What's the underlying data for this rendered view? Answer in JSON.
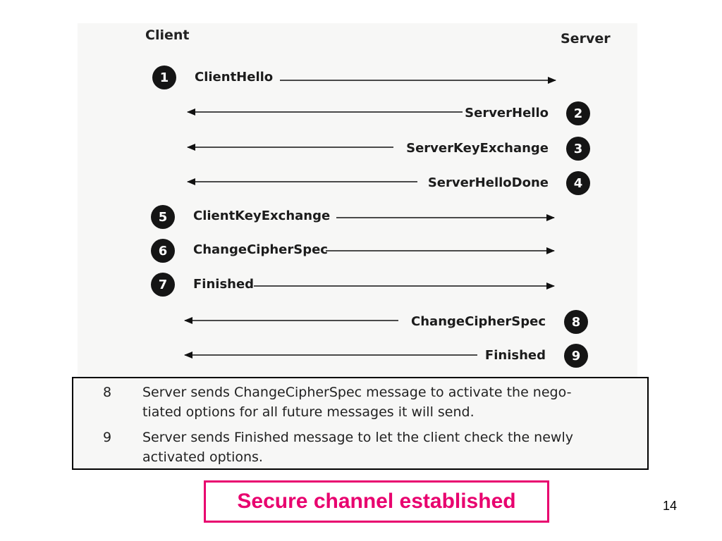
{
  "diagram": {
    "client_label": "Client",
    "server_label": "Server",
    "messages": [
      {
        "step": "1",
        "label": "ClientHello",
        "direction": "client-to-server"
      },
      {
        "step": "2",
        "label": "ServerHello",
        "direction": "server-to-client"
      },
      {
        "step": "3",
        "label": "ServerKeyExchange",
        "direction": "server-to-client"
      },
      {
        "step": "4",
        "label": "ServerHelloDone",
        "direction": "server-to-client"
      },
      {
        "step": "5",
        "label": "ClientKeyExchange",
        "direction": "client-to-server"
      },
      {
        "step": "6",
        "label": "ChangeCipherSpec",
        "direction": "client-to-server"
      },
      {
        "step": "7",
        "label": "Finished",
        "direction": "client-to-server"
      },
      {
        "step": "8",
        "label": "ChangeCipherSpec",
        "direction": "server-to-client"
      },
      {
        "step": "9",
        "label": "Finished",
        "direction": "server-to-client"
      }
    ]
  },
  "notes": [
    {
      "number": "8",
      "line1": "Server sends ChangeCipherSpec message to activate the nego-",
      "line2": "tiated options for all future messages it will send."
    },
    {
      "number": "9",
      "line1": "Server sends Finished message to let the client check the newly",
      "line2": "activated options."
    }
  ],
  "banner": "Secure channel established",
  "page_number": "14",
  "colors": {
    "accent": "#e8006e",
    "badge": "#151515"
  }
}
